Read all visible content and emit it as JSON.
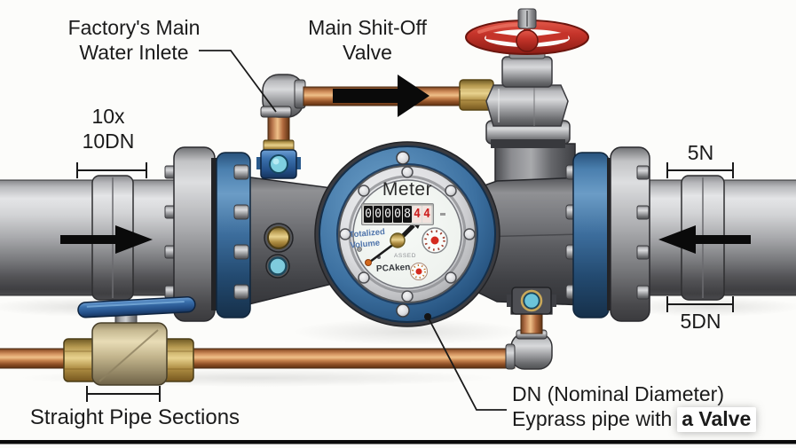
{
  "callouts": {
    "factory_inlet": {
      "line1": "Factory's Main",
      "line2": "Water Inlete"
    },
    "main_shutoff": {
      "line1": "Main Shit-Off",
      "line2": "Valve"
    },
    "upstream_dim": {
      "line1": "10x",
      "line2": "10DN"
    },
    "downstream_dim_top": "5N",
    "downstream_dim_bottom": "5DN",
    "straight_pipe": "Straight Pipe Sections",
    "dn_note": {
      "line1": "DN (Nominal Diameter)",
      "line2": "Eyprass pipe with",
      "line2_emphasis": "a Valve"
    }
  },
  "meter": {
    "title": "Meter",
    "odometer_black_digits": [
      "0",
      "0",
      "0",
      "0",
      "8"
    ],
    "odometer_red_digits": [
      "4",
      "4"
    ],
    "dial_text_line1": "Totalized",
    "dial_text_line2": "Volume",
    "dial_small_text": "ASSED",
    "brand_text": "PCAken"
  },
  "colors": {
    "background": "#fcfcfa",
    "pipe_gray": "#a8a9ac",
    "flange_blue": "#3c6d9c",
    "meter_ring_blue": "#2d5f93",
    "copper": "#c07e4e",
    "brass": "#c9a85c",
    "valve_red": "#c5342a",
    "handle_blue": "#2b5fa8",
    "teal_fitting": "#6cc4da",
    "arrow_black": "#0a0a0a",
    "odometer_red_digit": "#cc1f1f",
    "face_white": "#f3f6f3"
  }
}
